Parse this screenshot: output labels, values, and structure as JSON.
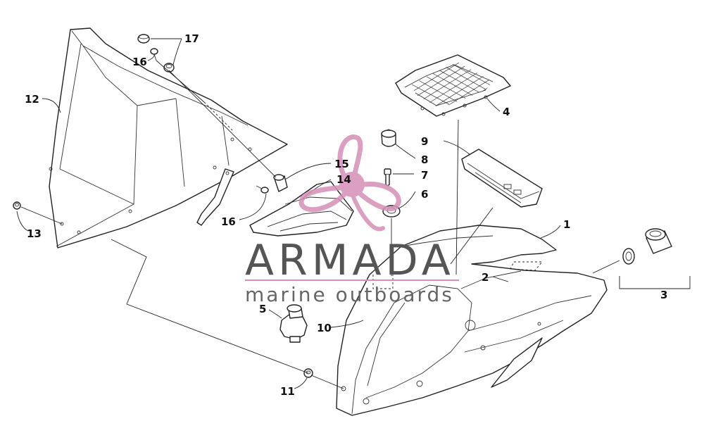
{
  "watermark": {
    "brand": "ARMADA",
    "tagline": "marine outboards",
    "logo_icon": "propeller-icon",
    "logo_color": "#d58fb8",
    "text_color": "#5a5a5a"
  },
  "callouts": [
    {
      "number": "1"
    },
    {
      "number": "2"
    },
    {
      "number": "3"
    },
    {
      "number": "4"
    },
    {
      "number": "5"
    },
    {
      "number": "6"
    },
    {
      "number": "7"
    },
    {
      "number": "8"
    },
    {
      "number": "9"
    },
    {
      "number": "10"
    },
    {
      "number": "11"
    },
    {
      "number": "12"
    },
    {
      "number": "13"
    },
    {
      "number": "14"
    },
    {
      "number": "15"
    },
    {
      "number": "16"
    },
    {
      "number": "16"
    },
    {
      "number": "17"
    }
  ]
}
